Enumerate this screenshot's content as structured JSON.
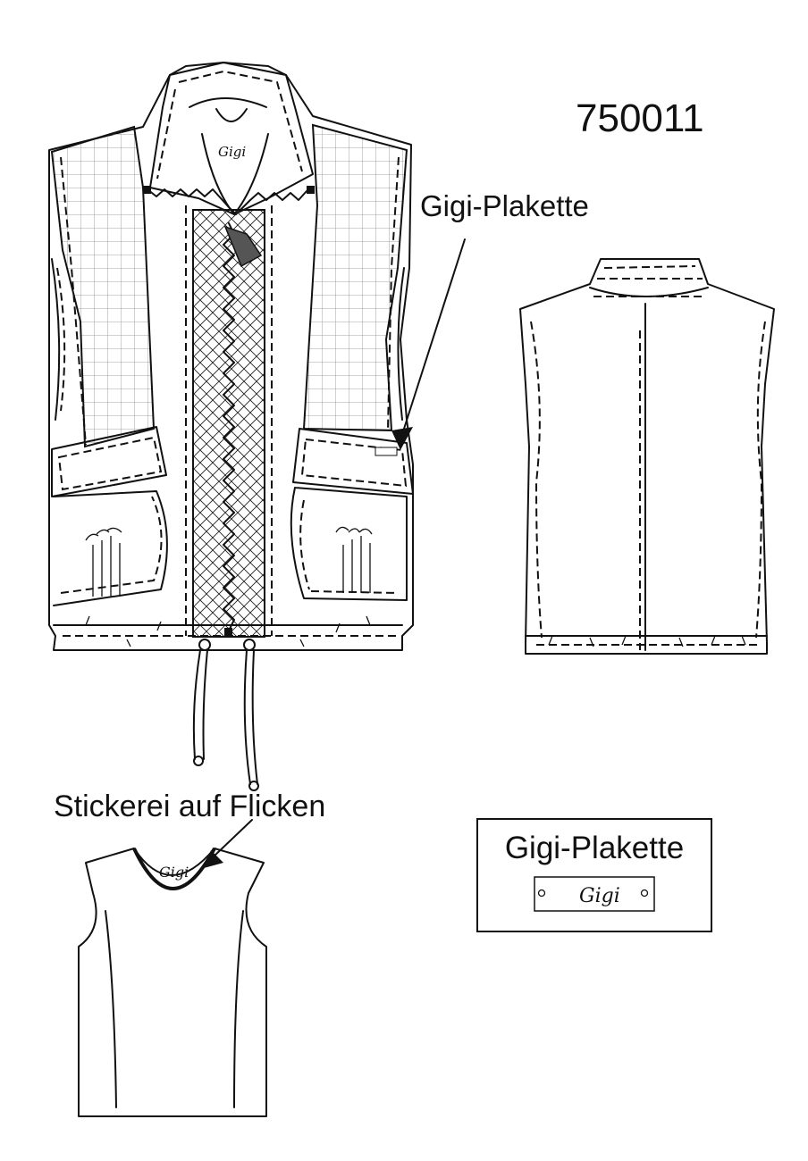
{
  "style_number": "750011",
  "callouts": {
    "plakette": "Gigi-Plakette",
    "embroidery": "Stickerei auf Flicken"
  },
  "legend": {
    "title": "Gigi-Plakette",
    "badge_logo": "Gigi"
  },
  "logos": {
    "collar_logo": "Gigi",
    "inner_logo": "Gigi"
  },
  "colors": {
    "line": "#111111",
    "grid": "#999999",
    "zipper_pull": "#555555"
  }
}
